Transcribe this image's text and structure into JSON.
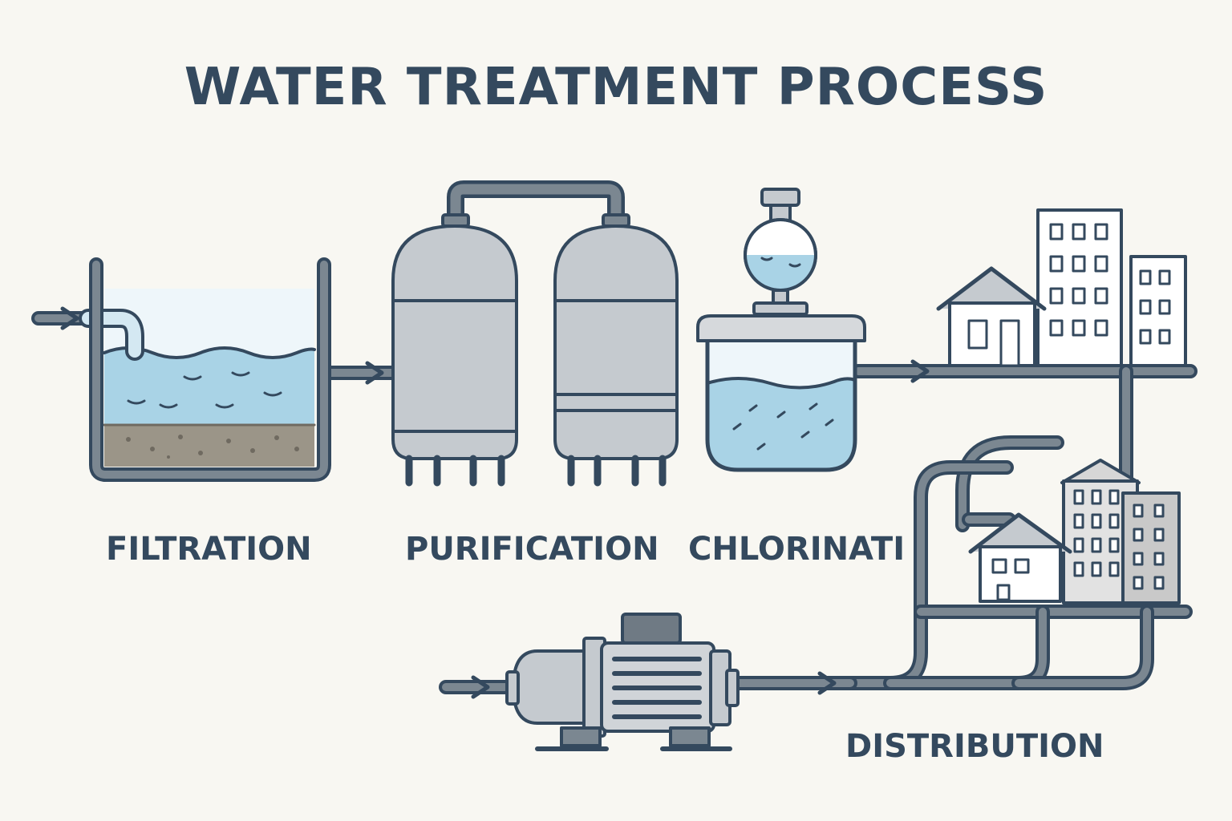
{
  "title": "WATER TREATMENT PROCESS",
  "stages": {
    "filtration": "FILTRATION",
    "purification": "PURIFICATION",
    "chlorination": "CHLORINATI",
    "distribution": "DISTRIBUTION"
  },
  "colors": {
    "background": "#f8f7f2",
    "outline": "#34495e",
    "pipe": "#7b8791",
    "water": "#a9d3e6",
    "water_dark": "#8fc1d8",
    "tank": "#c5cacf",
    "sediment": "#9b9588",
    "building": "#ffffff",
    "building_shade": "#c9c9c9"
  }
}
